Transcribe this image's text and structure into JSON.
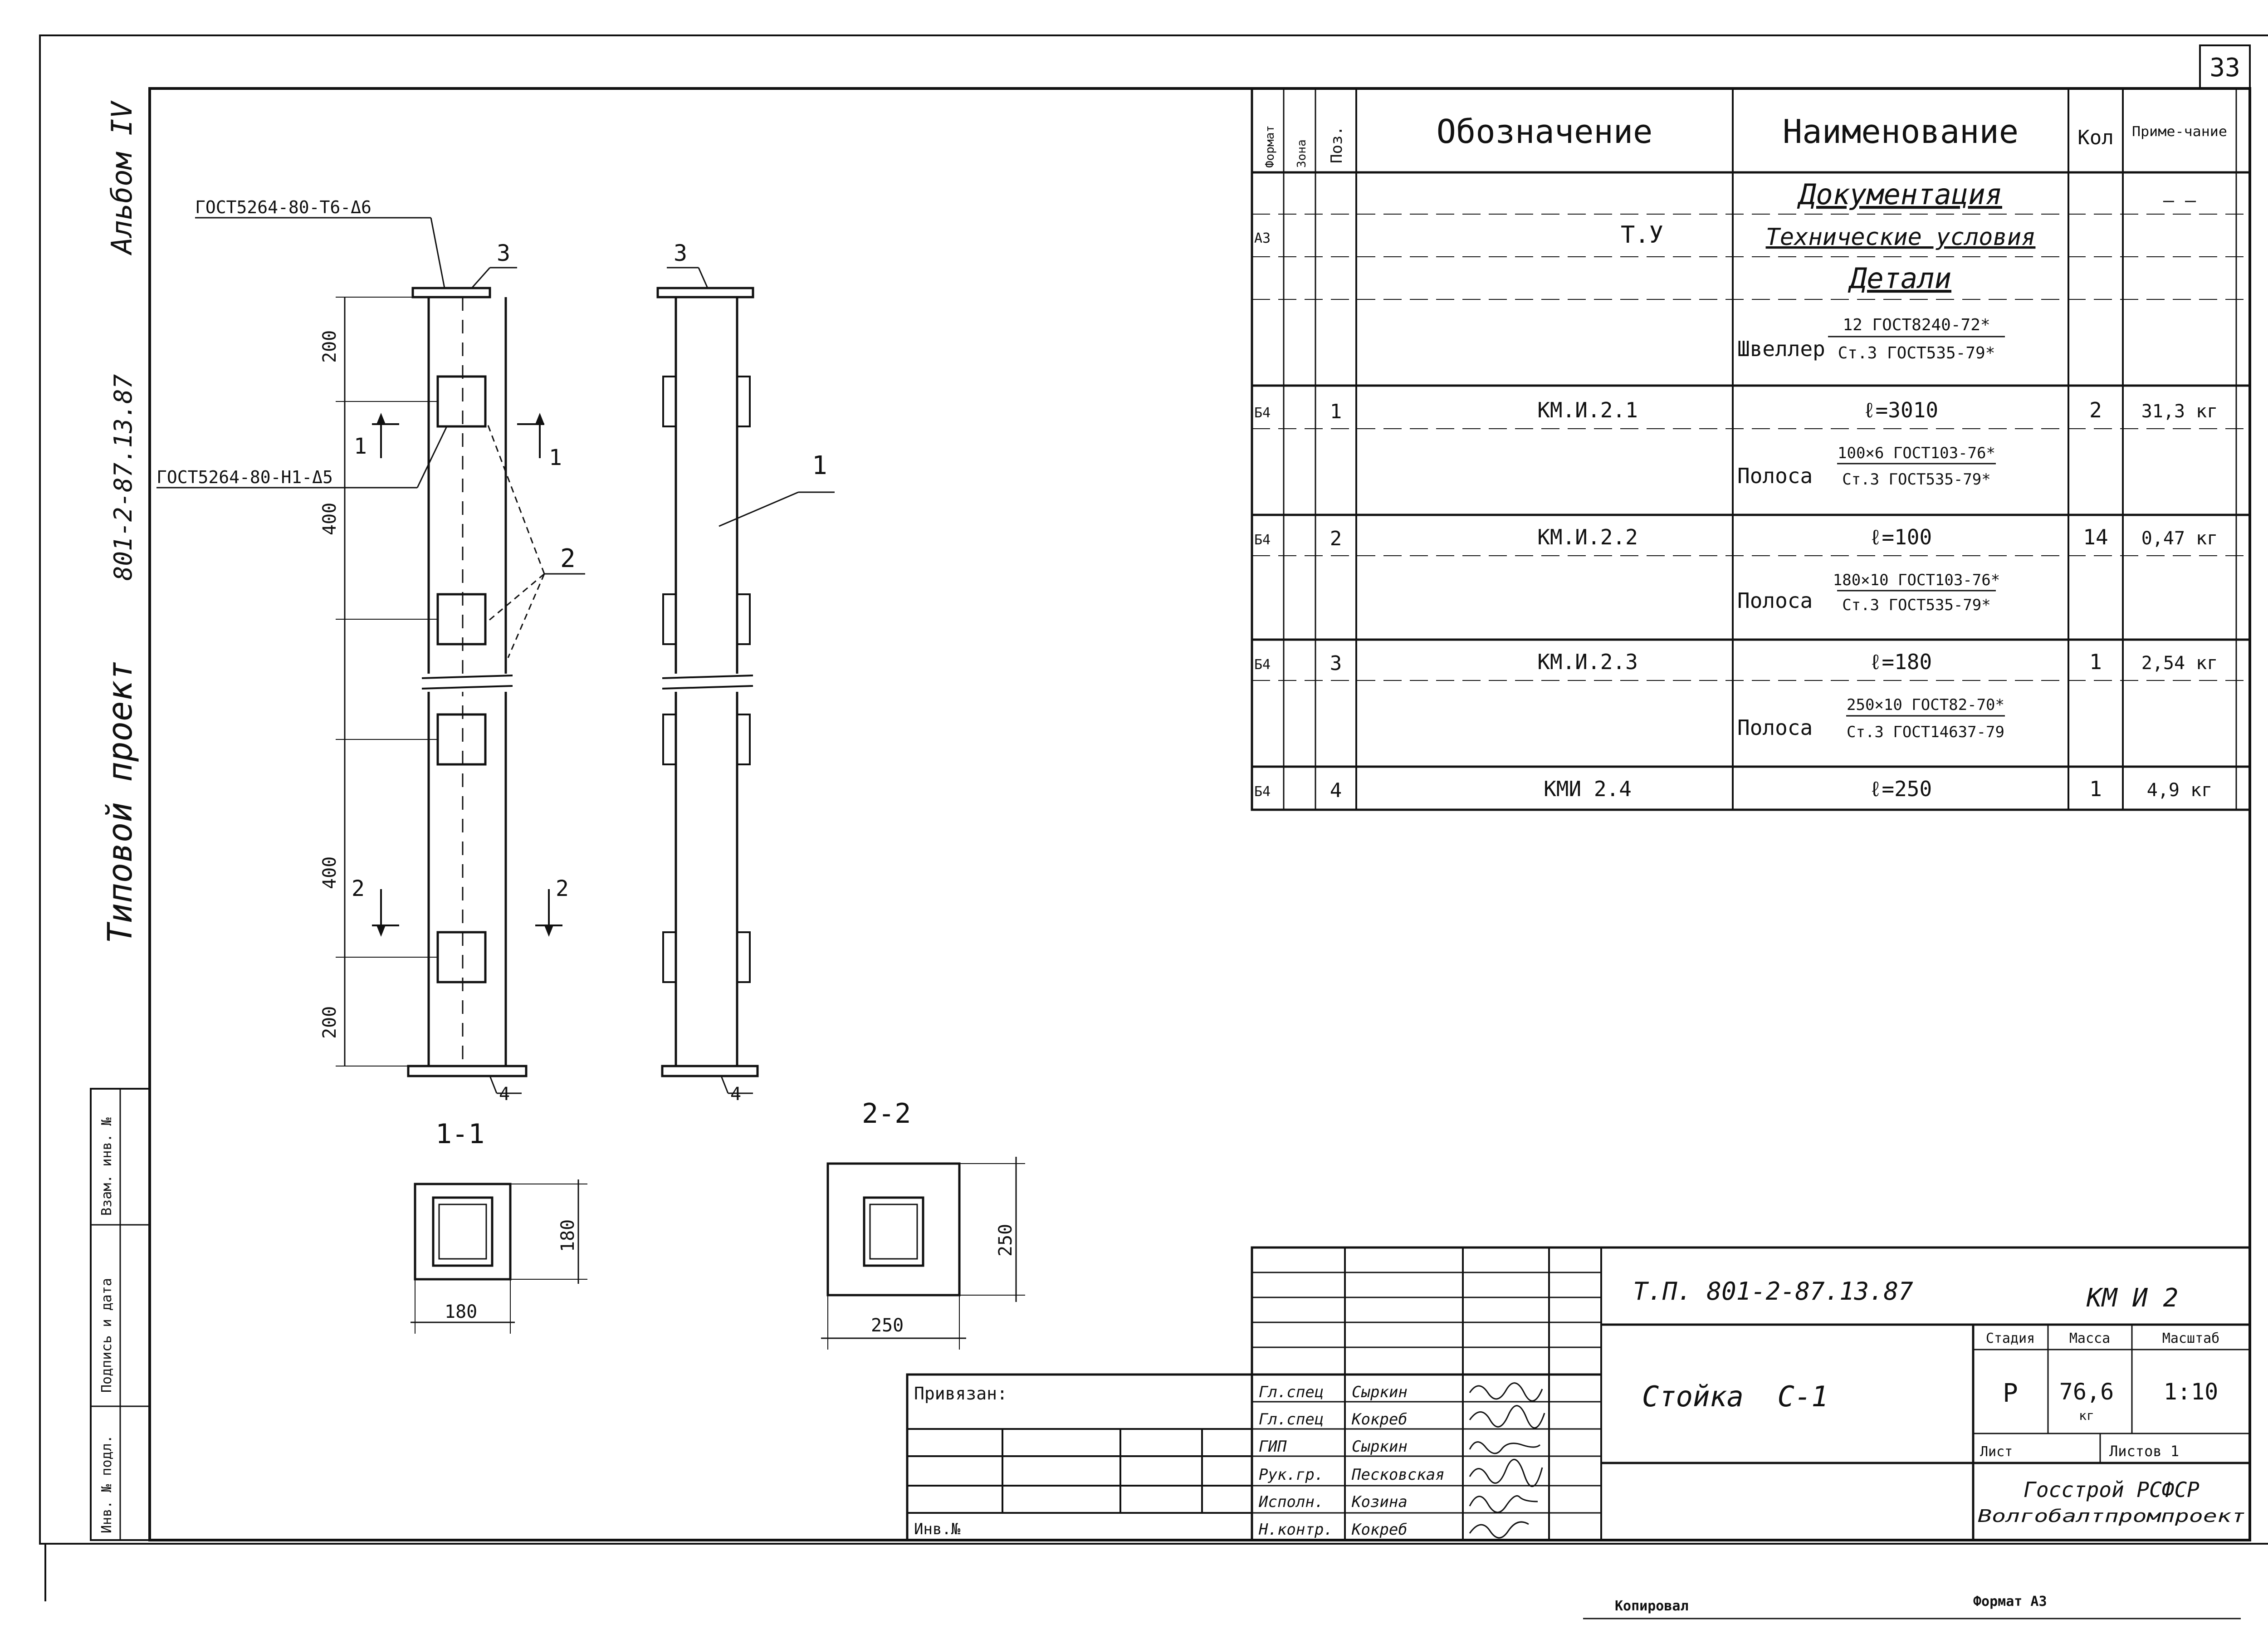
{
  "sheet": {
    "page_number": "33",
    "format": "Формат А3",
    "copied_by_label": "Копировал"
  },
  "left_margin": {
    "album": "Альбом IV",
    "project_code": "801-2-87.13.87",
    "project_type": "Типовой проект"
  },
  "stamp_strip": {
    "fields": [
      "Взам. инв. №",
      "Подпись и дата",
      "Инв. № подл."
    ]
  },
  "drawing": {
    "weld_note_top": "ГОСТ5264-80-Т6-Δ6",
    "weld_note_mid": "ГОСТ5264-80-Н1-Δ5",
    "position_labels": [
      "1",
      "2",
      "3",
      "3",
      "4",
      "4"
    ],
    "section_marks": [
      "1",
      "1",
      "2",
      "2"
    ],
    "dimensions_left": [
      "200",
      "400",
      "400",
      "200"
    ],
    "section_titles": [
      "1-1",
      "2-2"
    ],
    "section_1_dims": [
      "180",
      "180"
    ],
    "section_2_dims": [
      "250",
      "250"
    ]
  },
  "spec_table": {
    "headers": {
      "format": "Формат",
      "zone": "Зона",
      "pos": "Поз.",
      "designation": "Обозначение",
      "name": "Наименование",
      "qty": "Кол",
      "note": "Приме-чание"
    },
    "rows": [
      {
        "fmt": "",
        "pos": "",
        "des": "",
        "name": "Документация",
        "qty": "",
        "note": "— —"
      },
      {
        "fmt": "А3",
        "pos": "",
        "des": "Т.У",
        "name": "Технические условия",
        "qty": "",
        "note": ""
      },
      {
        "fmt": "",
        "pos": "",
        "des": "",
        "name": "Детали",
        "qty": "",
        "note": ""
      },
      {
        "fmt": "",
        "pos": "",
        "des": "",
        "name_prefix": "Швеллер",
        "num": "12 ГОСТ8240-72*",
        "den": "Ст.3 ГОСТ535-79*",
        "qty": "",
        "note": ""
      },
      {
        "fmt": "Б4",
        "pos": "1",
        "des": "КМ.И.2.1",
        "name": "ℓ=3010",
        "qty": "2",
        "note": "31,3 кг"
      },
      {
        "fmt": "",
        "pos": "",
        "des": "",
        "name_prefix": "Полоса",
        "num": "100×6 ГОСТ103-76*",
        "den": "Ст.3 ГОСТ535-79*",
        "qty": "",
        "note": ""
      },
      {
        "fmt": "Б4",
        "pos": "2",
        "des": "КМ.И.2.2",
        "name": "ℓ=100",
        "qty": "14",
        "note": "0,47 кг"
      },
      {
        "fmt": "",
        "pos": "",
        "des": "",
        "name_prefix": "Полоса",
        "num": "180×10 ГОСТ103-76*",
        "den": "Ст.3 ГОСТ535-79*",
        "qty": "",
        "note": ""
      },
      {
        "fmt": "Б4",
        "pos": "3",
        "des": "КМ.И.2.3",
        "name": "ℓ=180",
        "qty": "1",
        "note": "2,54 кг"
      },
      {
        "fmt": "",
        "pos": "",
        "des": "",
        "name_prefix": "Полоса",
        "num": "250×10 ГОСТ82-70*",
        "den": "Ст.3 ГОСТ14637-79",
        "qty": "",
        "note": ""
      },
      {
        "fmt": "Б4",
        "pos": "4",
        "des": "КМИ 2.4",
        "name": "ℓ=250",
        "qty": "1",
        "note": "4,9 кг"
      }
    ]
  },
  "title_block": {
    "project": "Т.П. 801-2-87.13.87",
    "doc_code": "КМ И 2",
    "part_name": "Стойка  С-1",
    "stage_header": "Стадия",
    "mass_header": "Масса",
    "scale_header": "Масштаб",
    "stage": "Р",
    "mass": "76,6",
    "mass_unit": "кг",
    "scale": "1:10",
    "sheet_label": "Лист",
    "sheets_label": "Листов 1",
    "org_1": "Госстрой РСФСР",
    "org_2": "Волгобалтпромпроект",
    "privyazan": "Привязан:",
    "inv_no": "Инв.№",
    "signatures": [
      {
        "role": "Гл.спец",
        "name": "Сыркин"
      },
      {
        "role": "Гл.спец",
        "name": "Кокреб"
      },
      {
        "role": "ГИП",
        "name": "Сыркин"
      },
      {
        "role": "Рук.гр.",
        "name": "Песковская"
      },
      {
        "role": "Исполн.",
        "name": "Козина"
      },
      {
        "role": "Н.контр.",
        "name": "Кокреб"
      }
    ]
  }
}
